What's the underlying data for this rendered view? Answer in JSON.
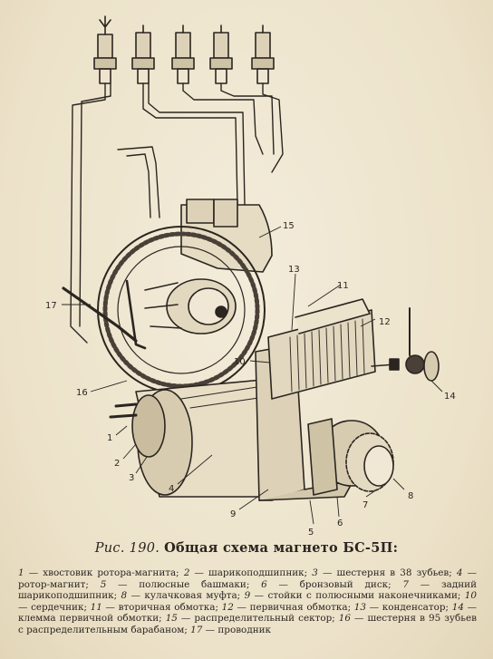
{
  "figure": {
    "number": "Рис. 190.",
    "title": "Общая схема магнето БС-5П:"
  },
  "legend": [
    {
      "n": "1",
      "text": "хвостовик ротора-магнита;"
    },
    {
      "n": "2",
      "text": "шарикоподшипник;"
    },
    {
      "n": "3",
      "text": "шестерня в 38 зубьев;"
    },
    {
      "n": "4",
      "text": "ротор-магнит;"
    },
    {
      "n": "5",
      "text": "полюсные башмаки;"
    },
    {
      "n": "6",
      "text": "бронзовый диск;"
    },
    {
      "n": "7",
      "text": "задний шарикоподшипник;"
    },
    {
      "n": "8",
      "text": "кулачковая муфта;"
    },
    {
      "n": "9",
      "text": "стойки с полюсными наконечниками;"
    },
    {
      "n": "10",
      "text": "сердечник;"
    },
    {
      "n": "11",
      "text": "вторичная обмотка;"
    },
    {
      "n": "12",
      "text": "первичная обмотка;"
    },
    {
      "n": "13",
      "text": "конденсатор;"
    },
    {
      "n": "14",
      "text": "клемма первичной обмотки;"
    },
    {
      "n": "15",
      "text": "распределительный сектор;"
    },
    {
      "n": "16",
      "text": "шестерня в 95 зубьев с распределительным барабаном;"
    },
    {
      "n": "17",
      "text": "проводник"
    }
  ],
  "callouts": {
    "c1": "1",
    "c2": "2",
    "c3": "3",
    "c4": "4",
    "c5": "5",
    "c6": "6",
    "c7": "7",
    "c8": "8",
    "c9": "9",
    "c10": "10",
    "c11": "11",
    "c12": "12",
    "c13": "13",
    "c14": "14",
    "c15": "15",
    "c16": "16",
    "c17": "17"
  },
  "colors": {
    "paper": "#efe7d2",
    "ink": "#2b2520"
  }
}
